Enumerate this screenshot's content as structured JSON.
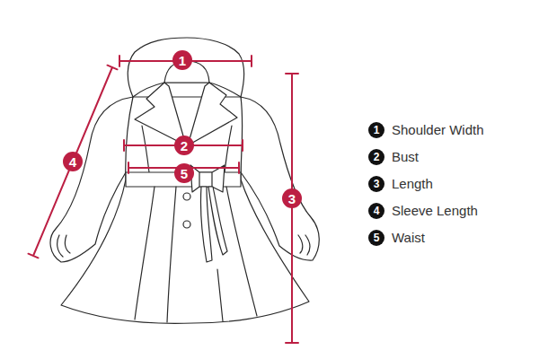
{
  "diagram": {
    "nodes": [
      {
        "text": [
          "1"
        ]
      },
      {
        "text": [
          "2"
        ]
      },
      {
        "text": [
          "5"
        ]
      },
      {
        "text": [
          "3"
        ]
      },
      {
        "text": [
          "4"
        ]
      },
      {
        "text": [
          "1"
        ]
      },
      {
        "text": [
          "2"
        ]
      },
      {
        "text": [
          "3"
        ]
      },
      {
        "text": [
          "4"
        ]
      },
      {
        "text": [
          "5"
        ]
      }
    ],
    "legend": [
      {
        "text": "Shoulder Width"
      },
      {
        "text": "Bust"
      },
      {
        "text": "Length"
      },
      {
        "text": "Sleeve Length"
      },
      {
        "text": "Waist"
      }
    ]
  }
}
